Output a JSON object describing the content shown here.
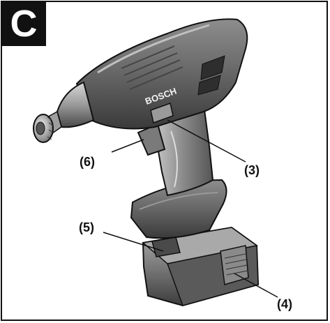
{
  "figure_letter": "C",
  "brand_text": "BOSCH",
  "callouts": {
    "c3": "(3)",
    "c4": "(4)",
    "c5": "(5)",
    "c6": "(6)"
  },
  "colors": {
    "body_dark": "#3a3a3a",
    "body_mid": "#6a6a6a",
    "body_light": "#bdbdbd",
    "outline": "#111111"
  }
}
